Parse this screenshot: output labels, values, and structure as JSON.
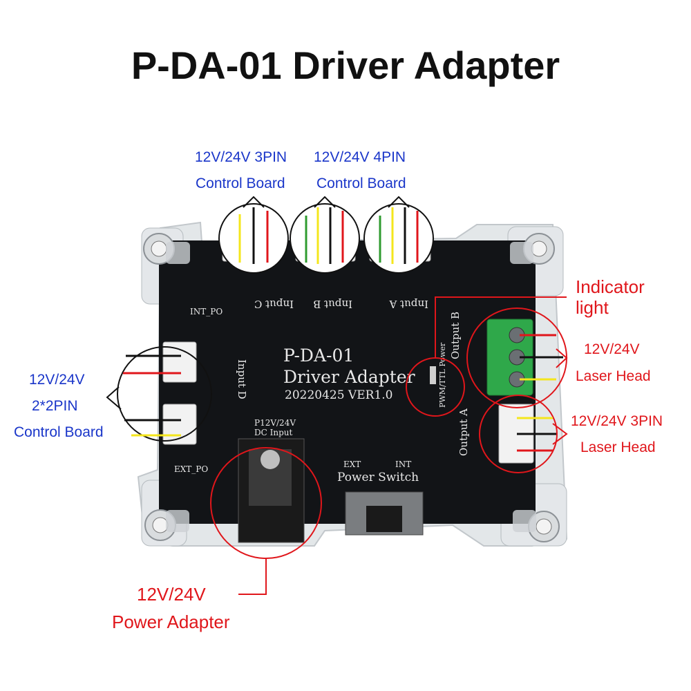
{
  "title": "P-DA-01 Driver Adapter",
  "board": {
    "model": "P-DA-01",
    "name": "Driver Adapter",
    "version": "20220425 VER1.0",
    "power_switch_label": "Power Switch",
    "switch_ext": "EXT",
    "switch_int": "INT",
    "dc_input_line1": "P12V/24V",
    "dc_input_line2": "DC Input",
    "int_po": "INT_PO",
    "ext_po": "EXT_PO",
    "input_a": "Input A",
    "input_b": "Input B",
    "input_c": "Input C",
    "input_d": "Input D",
    "output_a": "Output A",
    "output_b": "Output B",
    "indicator_text": "PWM/TTL Power",
    "colors": {
      "pcb": "#121417",
      "silk": "#e8e8e8",
      "acrylic": "#dfe3e6",
      "terminal": "#2fa84a"
    }
  },
  "callouts": {
    "input_3pin": {
      "line1": "12V/24V 3PIN",
      "line2": "Control Board"
    },
    "input_4pin": {
      "line1": "12V/24V 4PIN",
      "line2": "Control Board"
    },
    "input_2x2": {
      "line1": "12V/24V",
      "line2": "2*2PIN",
      "line3": "Control Board"
    },
    "indicator": {
      "line1": "Indicator",
      "line2": "light"
    },
    "laser_terminal": {
      "line1": "12V/24V",
      "line2": "Laser Head"
    },
    "laser_3pin": {
      "line1": "12V/24V 3PIN",
      "line2": "Laser Head"
    },
    "power": {
      "line1": "12V/24V",
      "line2": "Power Adapter"
    }
  },
  "colors": {
    "callout_blue": "#1a36c9",
    "callout_red": "#e0161b",
    "wire_red": "#e0161b",
    "wire_yellow": "#f4e61c",
    "wire_black": "#111111",
    "wire_green": "#2f9b2f"
  }
}
